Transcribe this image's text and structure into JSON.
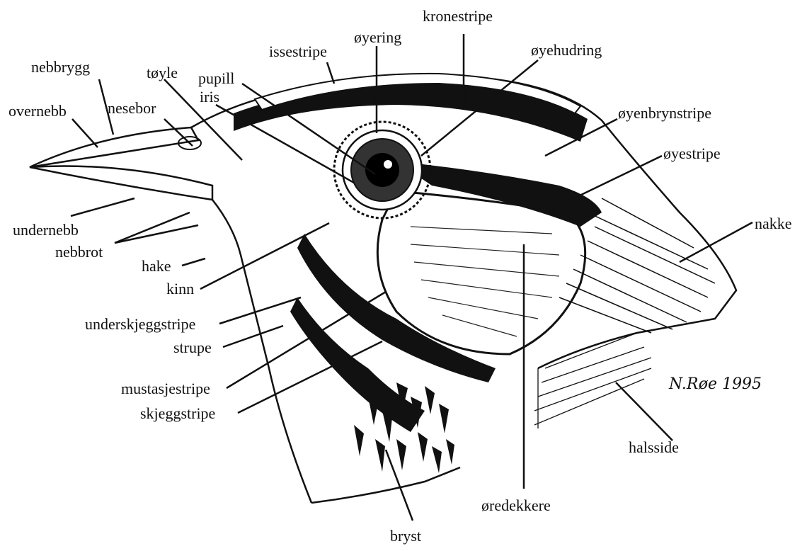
{
  "labels": {
    "kronestripe": "kronestripe",
    "oyering": "øyering",
    "oyehudring": "øyehudring",
    "issestripe": "issestripe",
    "nebbrygg": "nebbrygg",
    "toyle": "tøyle",
    "pupill": "pupill",
    "iris": "iris",
    "nesebor": "nesebor",
    "overnebb": "overnebb",
    "oyenbrynstripe": "øyenbrynstripe",
    "oyestripe": "øyestripe",
    "nakke": "nakke",
    "undernebb": "undernebb",
    "nebbrot": "nebbrot",
    "hake": "hake",
    "kinn": "kinn",
    "underskjeggstripe": "underskjeggstripe",
    "strupe": "strupe",
    "mustasjestripe": "mustasjestripe",
    "skjeggstripe": "skjeggstripe",
    "halsside": "halsside",
    "oredekkere": "øredekkere",
    "bryst": "bryst"
  },
  "signature": "N.Røe 1995"
}
